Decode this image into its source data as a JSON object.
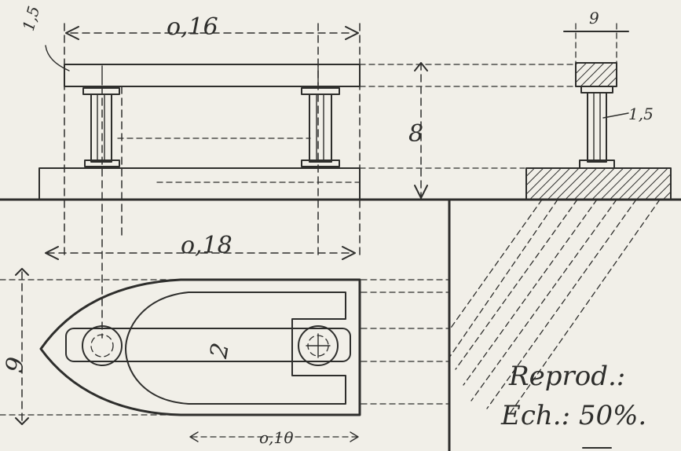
{
  "colors": {
    "paper": "#f1efe8",
    "ink": "#2e2e2c"
  },
  "elevation": {
    "top_plate_thickness": "1,5",
    "length_label": "o,16",
    "height_label": "8"
  },
  "side_view": {
    "top_width_label": "9",
    "column_label": "1,5"
  },
  "plan": {
    "length_label": "o,18",
    "width_label": "9",
    "slot_label": "2",
    "base_label": "o,10"
  },
  "notes": {
    "reprod": "Reprod.:",
    "scale": "Ech.: 50%."
  }
}
